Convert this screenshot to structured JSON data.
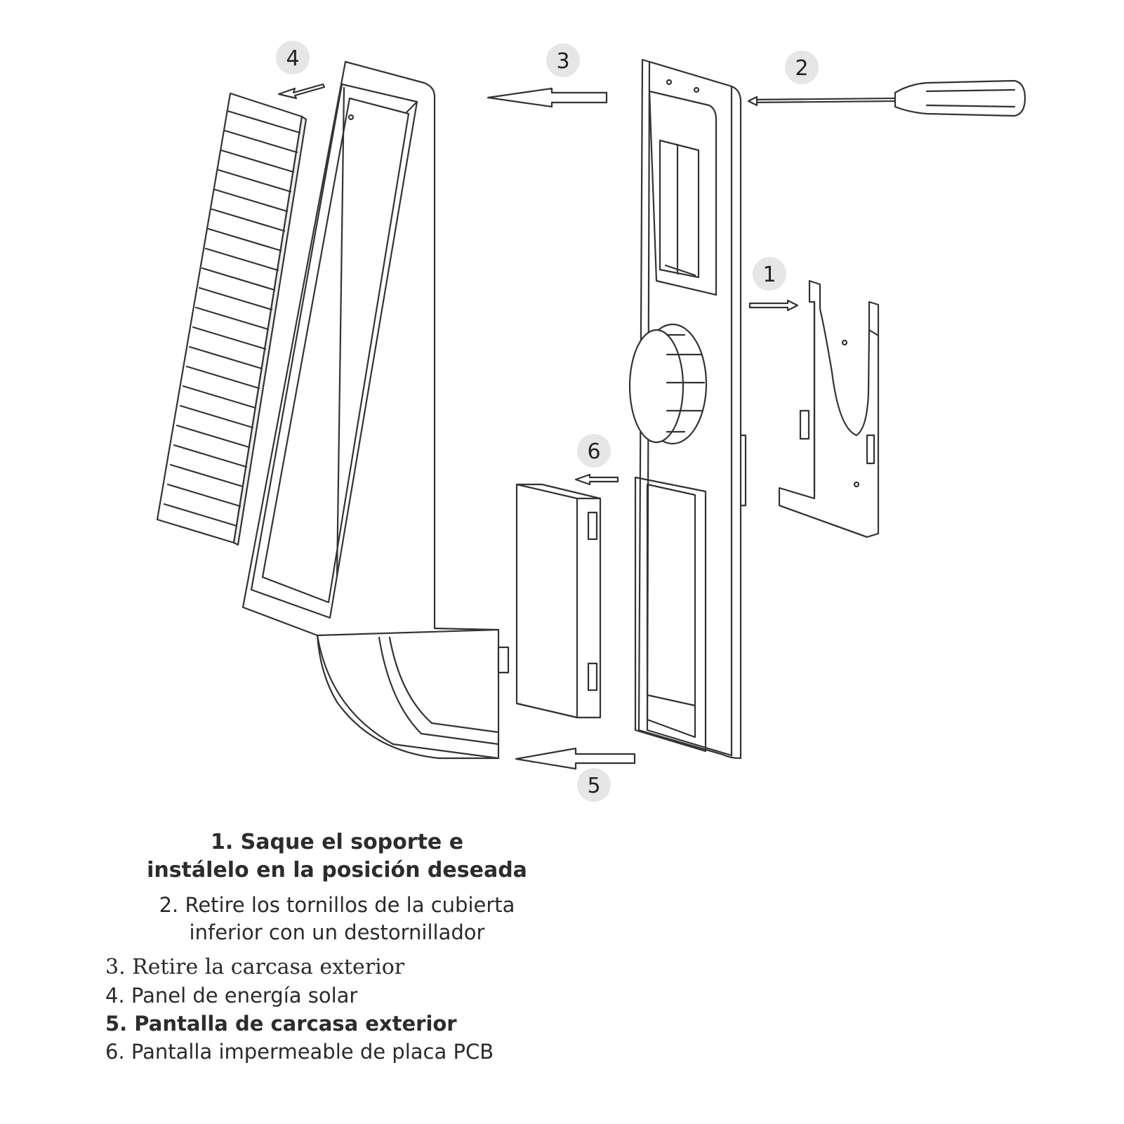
{
  "steps": [
    {
      "number": "1"
    },
    {
      "number": "2"
    },
    {
      "number": "3"
    },
    {
      "number": "4"
    },
    {
      "number": "5"
    },
    {
      "number": "6"
    }
  ],
  "legend": {
    "item1_line1": "1. Saque el soporte e",
    "item1_line2": "instálelo en la posición deseada",
    "item2_line1": "2. Retire los tornillos de la cubierta",
    "item2_line2": "inferior con un destornillador",
    "item3": "3. Retire la carcasa exterior",
    "item4": "4. Panel de energía solar",
    "item5": "5. Pantalla de carcasa exterior",
    "item6": "6. Pantalla impermeable de placa PCB"
  },
  "colors": {
    "line": "#333333",
    "badge": "#e6e6e6",
    "text": "#2a2a2a"
  }
}
